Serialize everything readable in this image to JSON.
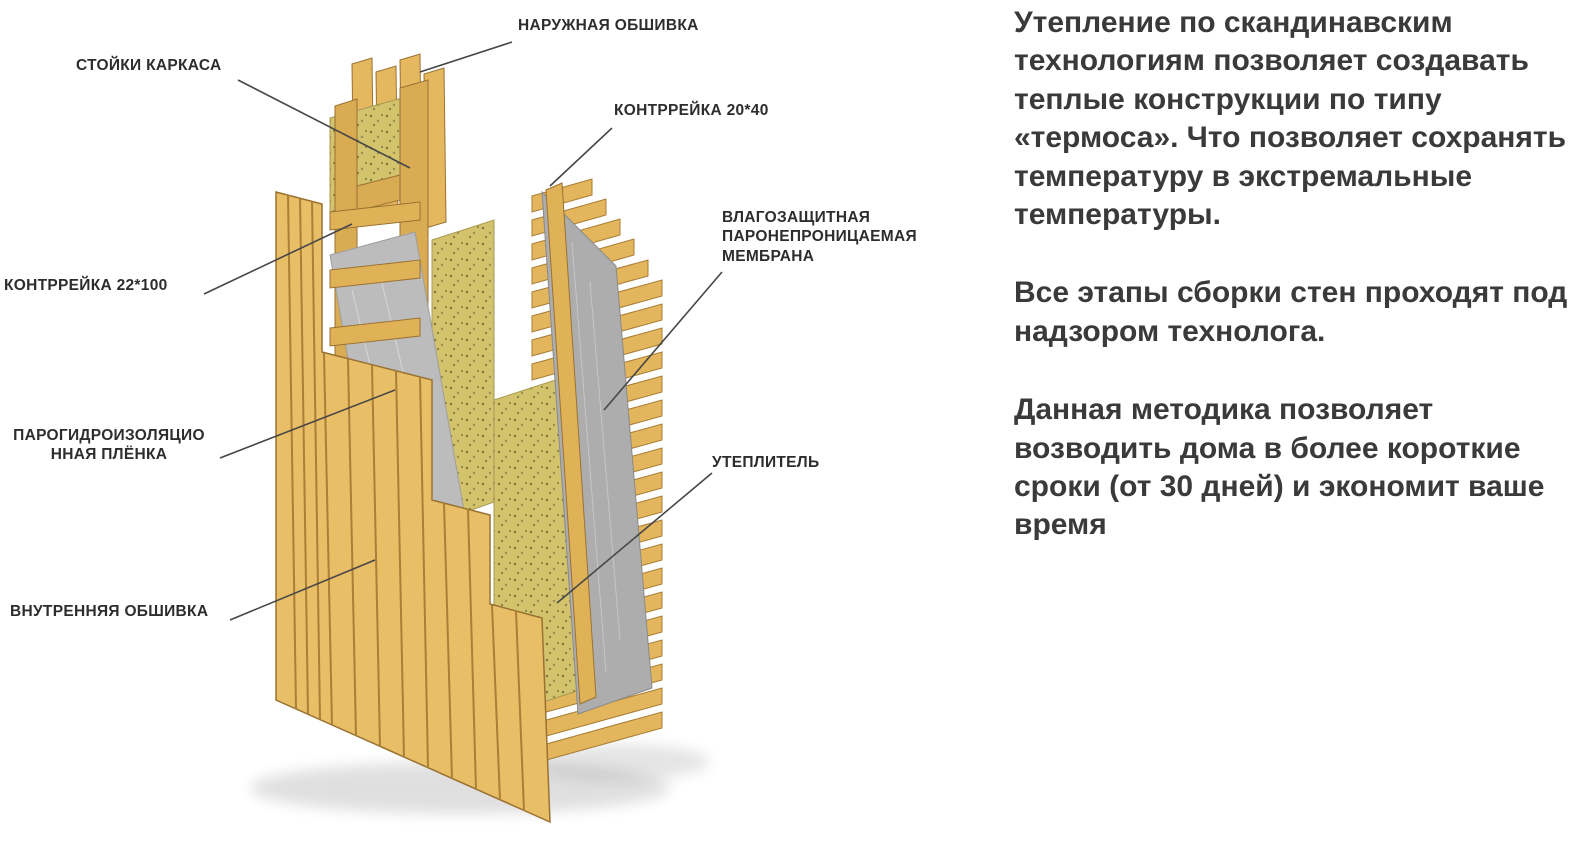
{
  "diagram": {
    "labels": [
      {
        "id": "outer-cladding",
        "text": "НАРУЖНАЯ ОБШИВКА"
      },
      {
        "id": "frame-studs",
        "text": "СТОЙКИ КАРКАСА"
      },
      {
        "id": "counter-batten-20-40",
        "text": "КОНТРРЕЙКА 20*40"
      },
      {
        "id": "membrane",
        "text": "ВЛАГОЗАЩИТНАЯ ПАРОНЕПРОНИЦАЕМАЯ МЕМБРАНА"
      },
      {
        "id": "counter-batten-22-100",
        "text": "КОНТРРЕЙКА 22*100"
      },
      {
        "id": "vapor-film",
        "text": "ПАРОГИДРОИЗОЛЯЦИО ННАЯ ПЛЁНКА"
      },
      {
        "id": "insulation",
        "text": "УТЕПЛИТЕЛЬ"
      },
      {
        "id": "inner-cladding",
        "text": "ВНУТРЕННЯЯ ОБШИВКА"
      }
    ],
    "colors": {
      "wood": "#e8be67",
      "wood_dark": "#9a7231",
      "insulation": "#d3c36c",
      "membrane": "#adadad",
      "film": "#bcbcbc",
      "label_text": "#2d2d2d",
      "leader_line": "#474747"
    }
  },
  "article": {
    "paragraphs": [
      "Утепление по скандинавским технологиям позволяет создавать теплые конструкции по типу «термоса». Что позволяет сохранять температуру в экстремальные температуры.",
      "Все этапы сборки стен проходят под надзором технолога.",
      "Данная методика позволяет возводить дома в более короткие сроки (от 30 дней) и экономит ваше время"
    ]
  }
}
